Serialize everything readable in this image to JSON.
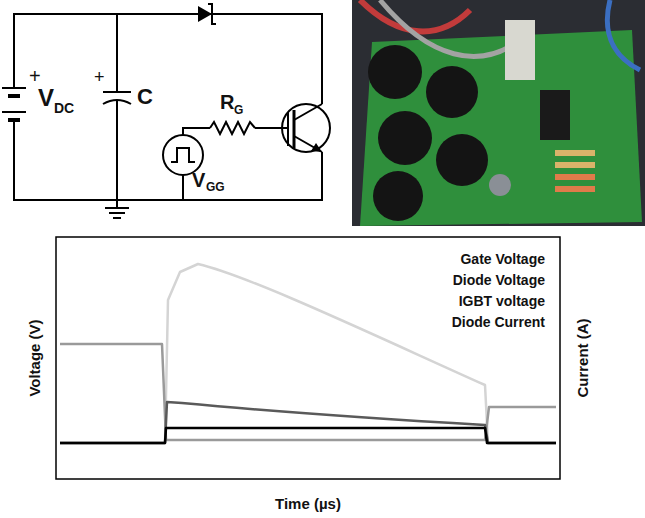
{
  "diagram": {
    "labels": [
      "+",
      "V",
      "DC",
      "+",
      "C",
      "R",
      "G",
      "V",
      "GG",
      "Voltage (V)",
      "Current (A)",
      "Time (µs)"
    ],
    "legend": [
      {
        "text": "Gate Voltage"
      },
      {
        "text": "Diode Voltage"
      },
      {
        "text": "IGBT voltage"
      },
      {
        "text": "Diode Current"
      }
    ]
  }
}
